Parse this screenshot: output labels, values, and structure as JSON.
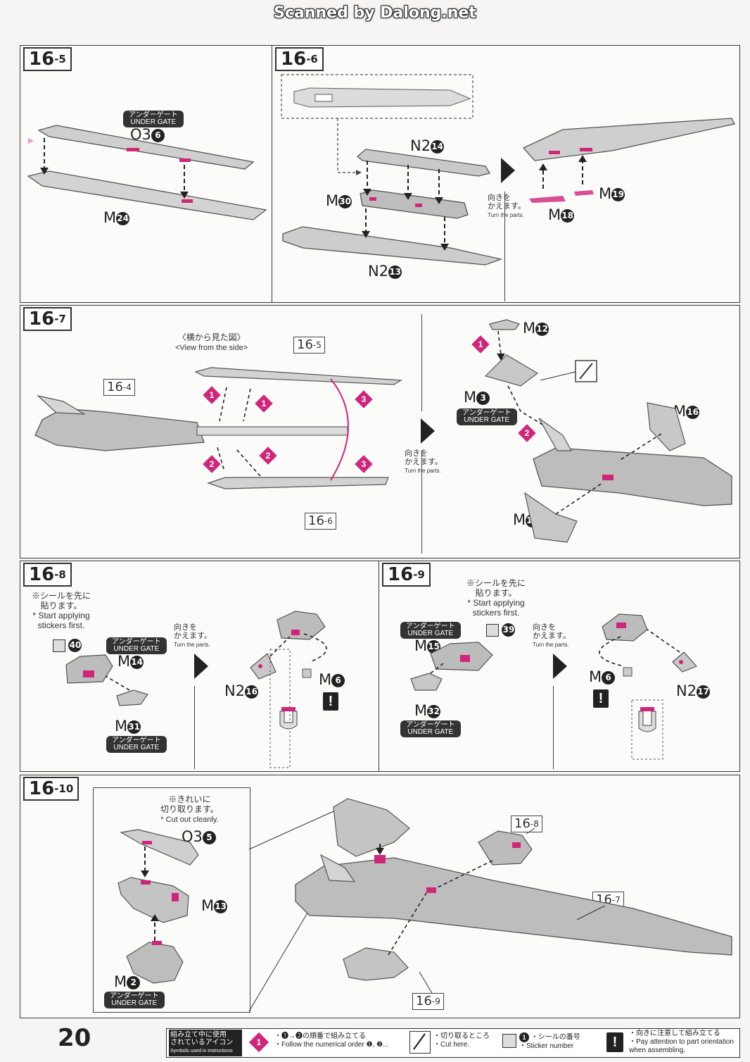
{
  "header": {
    "scanned": "Scanned by Dalong.net"
  },
  "page_number": "20",
  "under_gate": {
    "jp": "アンダーゲート",
    "en": "UNDER GATE"
  },
  "turn_parts": {
    "jp1": "向きを",
    "jp2": "かえます。",
    "en": "Turn the parts."
  },
  "steps": {
    "s16_5": {
      "label": "16",
      "sub": "-5",
      "parts": {
        "a": "O3",
        "a_num": "6",
        "b": "M",
        "b_num": "24"
      }
    },
    "s16_6": {
      "label": "16",
      "sub": "-6",
      "parts": {
        "a": "N2",
        "a_num": "14",
        "b": "M",
        "b_num": "30",
        "c": "N2",
        "c_num": "13",
        "d": "M",
        "d_num": "19",
        "e": "M",
        "e_num": "18"
      }
    },
    "s16_7": {
      "label": "16",
      "sub": "-7",
      "side_view_jp": "〈横から見た図〉",
      "side_view_en": "<View from the side>",
      "refs": {
        "r5": "16",
        "r5_sub": "-5",
        "r4": "16",
        "r4_sub": "-4",
        "r6": "16",
        "r6_sub": "-6"
      },
      "parts": {
        "a": "M",
        "a_num": "12",
        "b": "M",
        "b_num": "3",
        "c": "M",
        "c_num": "16",
        "d": "M",
        "d_num": "17"
      },
      "order": {
        "one": "1",
        "two": "2",
        "three": "3"
      }
    },
    "s16_8": {
      "label": "16",
      "sub": "-8",
      "note_jp1": "※シールを先に",
      "note_jp2": "貼ります。",
      "note_en1": "* Start applying",
      "note_en2": "stickers first.",
      "sticker": "40",
      "parts": {
        "a": "M",
        "a_num": "14",
        "b": "M",
        "b_num": "31",
        "c": "N2",
        "c_num": "16",
        "d": "M",
        "d_num": "6"
      }
    },
    "s16_9": {
      "label": "16",
      "sub": "-9",
      "note_jp1": "※シールを先に",
      "note_jp2": "貼ります。",
      "note_en1": "* Start applying",
      "note_en2": "stickers first.",
      "sticker": "39",
      "parts": {
        "a": "M",
        "a_num": "15",
        "b": "M",
        "b_num": "32",
        "c": "M",
        "c_num": "6",
        "d": "N2",
        "d_num": "17"
      }
    },
    "s16_10": {
      "label": "16",
      "sub": "-10",
      "note_jp1": "※きれいに",
      "note_jp2": "切り取ります。",
      "note_en": "* Cut out cleanly.",
      "parts": {
        "a": "O3",
        "a_num": "5",
        "b": "M",
        "b_num": "13",
        "c": "M",
        "c_num": "2"
      },
      "refs": {
        "r8": "16",
        "r8_sub": "-8",
        "r7": "16",
        "r7_sub": "-7",
        "r9": "16",
        "r9_sub": "-9"
      }
    }
  },
  "legend": {
    "title_jp1": "組み立て中に使用",
    "title_jp2": "されているアイコン",
    "title_en": "Symbols used in instructions",
    "order_num": "1",
    "order_jp": "・❶→❷の順番で組み立てる",
    "order_en": "・Follow the numerical order ❶, ❷...",
    "cut_jp": "・切り取るところ",
    "cut_en": "・Cut here.",
    "sticker_jp": "・シールの番号",
    "sticker_en": "・Sticker number",
    "sticker_num": "1",
    "attn_jp": "・向きに注意して組み立てる",
    "attn_en1": "・Pay attention to part orientation",
    "attn_en2": "when assembling.",
    "warn_symbol": "!"
  },
  "colors": {
    "accent": "#d0267a",
    "ink": "#2b2b2b",
    "part_fill": "#c9c9c9"
  }
}
